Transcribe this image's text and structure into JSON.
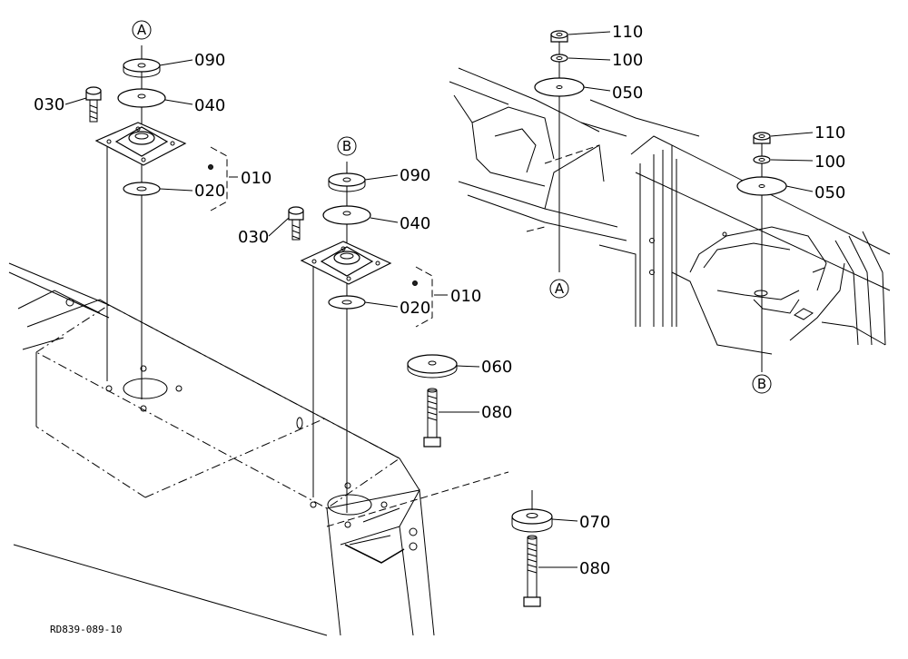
{
  "callouts": {
    "a_top": "A",
    "b_mid": "B",
    "a_right": "A",
    "b_right": "B"
  },
  "labels": {
    "l090_1": "090",
    "l040_1": "040",
    "l030_1": "030",
    "l010_1": "010",
    "l020_1": "020",
    "l090_2": "090",
    "l040_2": "040",
    "l030_2": "030",
    "l010_2": "010",
    "l020_2": "020",
    "l060": "060",
    "l080_1": "080",
    "l070": "070",
    "l080_2": "080",
    "l110_1": "110",
    "l100_1": "100",
    "l050_1": "050",
    "l110_2": "110",
    "l100_2": "100",
    "l050_2": "050"
  },
  "drawing_code": "RD839-089-10"
}
